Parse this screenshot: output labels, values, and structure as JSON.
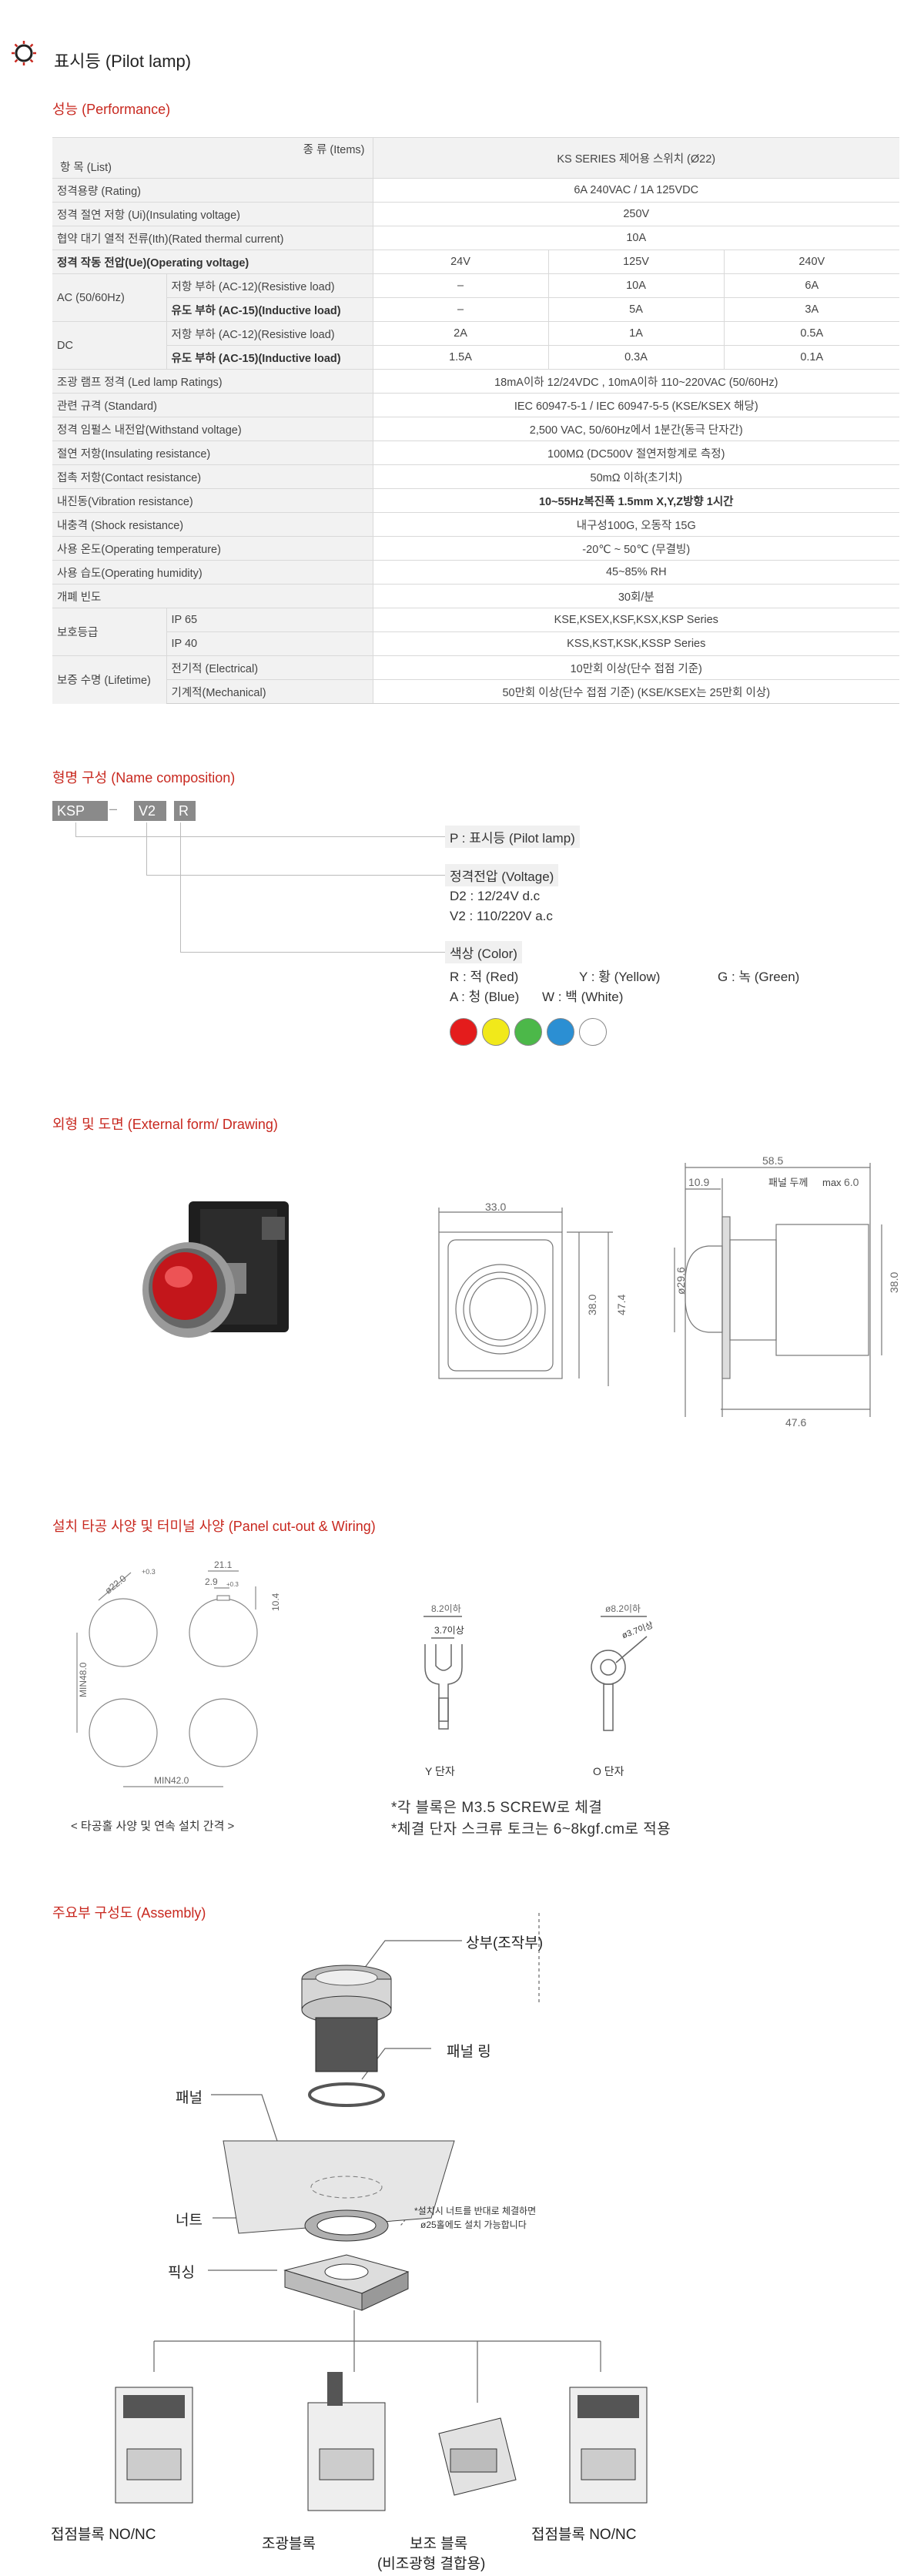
{
  "header": {
    "title": "표시등 (Pilot lamp)"
  },
  "performance": {
    "heading": "성능 (Performance)",
    "items_label": "종 류 (Items)",
    "list_label": "항 목 (List)",
    "series_label": "KS SERIES 제어용 스위치 (Ø22)",
    "rows": [
      {
        "label": "정격용량 (Rating)",
        "value": "6A 240VAC /   1A 125VDC"
      },
      {
        "label": "정격 절연 저항 (Ui)(Insulating voltage)",
        "value": "250V"
      },
      {
        "label": "협약 대기 열적 전류(Ith)(Rated thermal current)",
        "value": "10A"
      }
    ],
    "op_voltage": {
      "label": "정격 작동 전압(Ue)(Operating voltage)",
      "v1": "24V",
      "v2": "125V",
      "v3": "240V"
    },
    "ac": {
      "group": "AC (50/60Hz)",
      "r1": {
        "label": "저항 부하 (AC-12)(Resistive load)",
        "v1": "–",
        "v2": "10A",
        "v3": "6A"
      },
      "r2": {
        "label": "유도 부하 (AC-15)(Inductive load)",
        "v1": "–",
        "v2": "5A",
        "v3": "3A"
      }
    },
    "dc": {
      "group": "DC",
      "r1": {
        "label": "저항 부하 (AC-12)(Resistive load)",
        "v1": "2A",
        "v2": "1A",
        "v3": "0.5A"
      },
      "r2": {
        "label": "유도 부하 (AC-15)(Inductive load)",
        "v1": "1.5A",
        "v2": "0.3A",
        "v3": "0.1A"
      }
    },
    "rows2": [
      {
        "label": "조광 램프 정격 (Led lamp Ratings)",
        "value": "18mA이하 12/24VDC ,  10mA이하 110~220VAC (50/60Hz)"
      },
      {
        "label": "관련 규격 (Standard)",
        "value": "IEC 60947-5-1  / IEC 60947-5-5 (KSE/KSEX 해당)"
      },
      {
        "label": "정격 임펄스 내전압(Withstand voltage)",
        "value": "2,500 VAC, 50/60Hz에서 1분간(동극 단자간)"
      },
      {
        "label": "절연 저항(Insulating resistance)",
        "value": "100MΩ (DC500V 절연저항계로 측정)"
      },
      {
        "label": "접촉 저항(Contact resistance)",
        "value": "50mΩ 이하(초기치)"
      },
      {
        "label": "내진동(Vibration resistance)",
        "value": "10~55Hz복진폭 1.5mm X,Y,Z방향 1시간"
      },
      {
        "label": "내충격 (Shock resistance)",
        "value": "내구성100G, 오동작 15G"
      },
      {
        "label": "사용 온도(Operating temperature)",
        "value": "-20℃ ~ 50℃ (무결빙)"
      },
      {
        "label": "사용 습도(Operating humidity)",
        "value": "45~85% RH"
      },
      {
        "label": "개폐 빈도",
        "value": "30회/분"
      }
    ],
    "protection": {
      "group": "보호등급",
      "r1": {
        "label": "IP 65",
        "value": "KSE,KSEX,KSF,KSX,KSP Series"
      },
      "r2": {
        "label": "IP 40",
        "value": "KSS,KST,KSK,KSSP Series"
      }
    },
    "lifetime": {
      "group": "보증 수명 (Lifetime)",
      "r1": {
        "label": "전기적 (Electrical)",
        "value": "10만회 이상(단수 접점 기준)"
      },
      "r2": {
        "label": "기계적(Mechanical)",
        "value": "50만회 이상(단수 접점 기준) (KSE/KSEX는 25만회 이상)"
      }
    }
  },
  "name_comp": {
    "heading": "형명 구성 (Name composition)",
    "code1": "KSP",
    "dash": "–",
    "code2": "V2",
    "code3": "R",
    "p_label": "P : 표시등 (Pilot lamp)",
    "voltage_label": "정격전압 (Voltage)",
    "d2": "D2 : 12/24V d.c",
    "v2": "V2 : 110/220V a.c",
    "color_label": "색상 (Color)",
    "r": "R : 적 (Red)",
    "y": "Y : 황 (Yellow)",
    "g": "G : 녹 (Green)",
    "a": "A : 청 (Blue)",
    "w": "W : 백 (White)",
    "colors": {
      "red": "#e41c1c",
      "yellow": "#f1e91a",
      "green": "#4cb849",
      "blue": "#2b8fd3",
      "white": "#ffffff"
    }
  },
  "external": {
    "heading": "외형 및 도면 (External form/ Drawing)",
    "dim_33": "33.0",
    "dim_38": "38.0",
    "dim_47_4": "47.4",
    "dim_58_5": "58.5",
    "dim_10_9": "10.9",
    "panel_label": "패널 두께",
    "panel_max": "max",
    "panel_val": "6.0",
    "dim_29_6": "ø29.6",
    "dim_38b": "38.0",
    "dim_47_6": "47.6"
  },
  "cutout": {
    "heading": "설치 타공 사양 및 터미널 사양 (Panel cut-out & Wiring)",
    "dim_22": "ø22.0",
    "dim_22_tol": "+0.3",
    "dim_21_1": "21.1",
    "dim_2_9": "2.9",
    "dim_2_9_tol": "+0.3",
    "dim_10_4": "10.4",
    "dim_min48": "MIN48.0",
    "dim_min42": "MIN42.0",
    "caption": "< 타공홀 사양 및 연속 설치 간격 >",
    "y_w": "8.2이하",
    "y_h": "3.7이상",
    "y_label": "Y 단자",
    "o_w": "ø8.2이하",
    "o_h": "ø3.7이상",
    "o_label": "O 단자",
    "note1": "*각 블록은 M3.5 SCREW로 체결",
    "note2": "*체결 단자 스크류 토크는 6~8kgf.cm로 적용"
  },
  "assembly": {
    "heading": "주요부 구성도 (Assembly)",
    "top": "상부(조작부)",
    "ring": "패널 링",
    "panel": "패널",
    "nut": "너트",
    "nut_note1": "*설치시 너트를 반대로 체결하면",
    "nut_note2": "ø25홀에도 설치 가능합니다",
    "fix": "픽싱",
    "contact_left": "접점블록 NO/NC",
    "lamp": "조광블록",
    "aux1": "보조 블록",
    "aux2": "(비조광형 결합용)",
    "contact_right": "접점블록 NO/NC"
  }
}
